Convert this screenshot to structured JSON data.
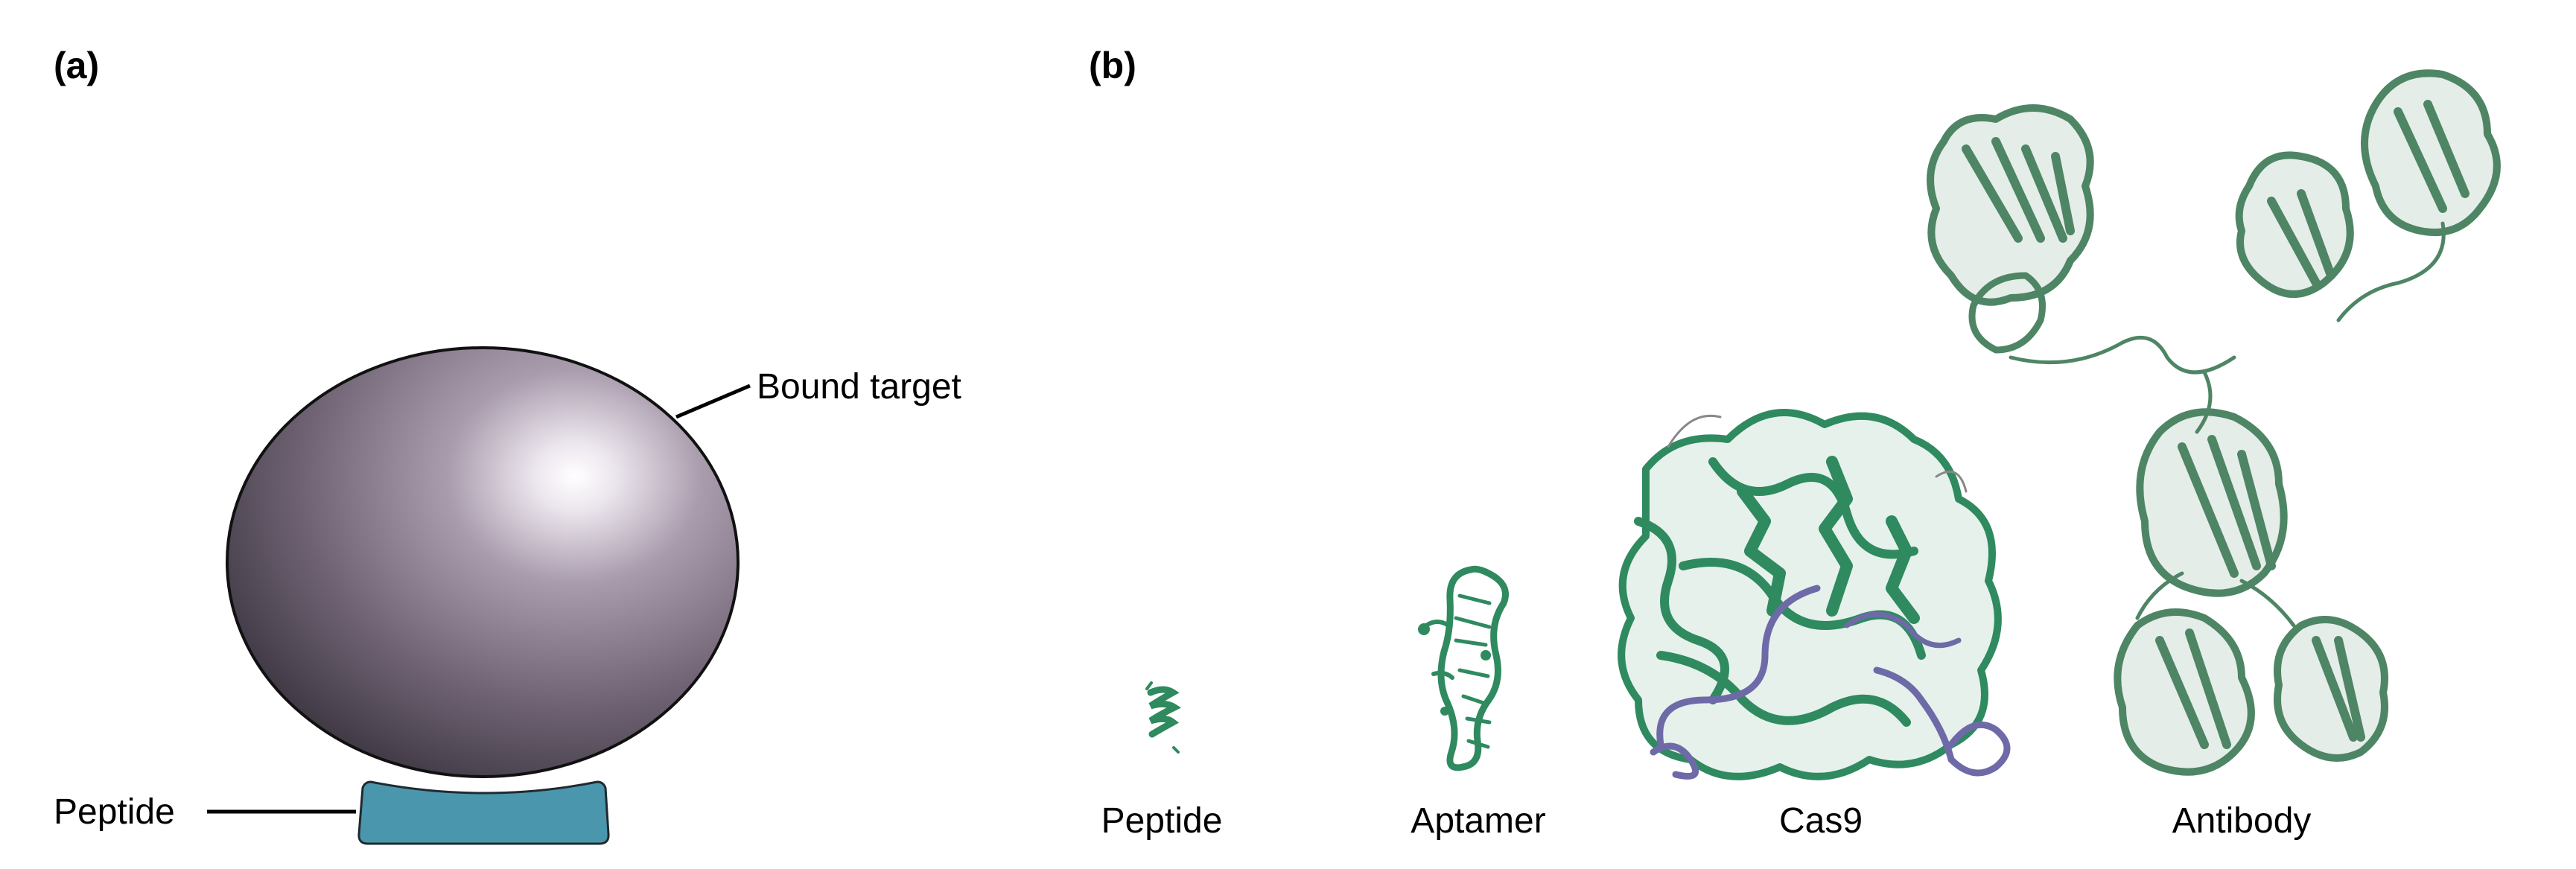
{
  "panel_a": {
    "label": "(a)",
    "target_label": "Bound target",
    "peptide_label": "Peptide"
  },
  "panel_b": {
    "label": "(b)",
    "structures": [
      {
        "name": "Peptide"
      },
      {
        "name": "Aptamer"
      },
      {
        "name": "Cas9"
      },
      {
        "name": "Antibody"
      }
    ]
  },
  "colors": {
    "sphere_dark": "#4e4654",
    "sphere_light": "#9f93a4",
    "peptide_fill": "#4a97ad",
    "protein_green": "#2f8a5f",
    "antibody_green": "#4e8565",
    "nucleic_purple": "#6e6aa8"
  }
}
